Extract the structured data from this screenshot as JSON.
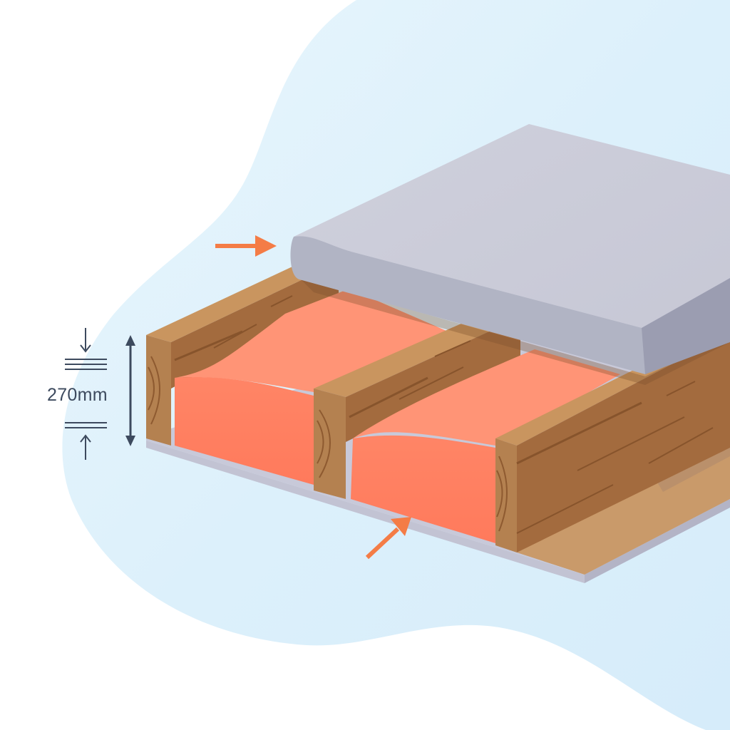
{
  "illustration": {
    "subject": "Loft insulation laid between and over timber joists",
    "dimension": {
      "label": "270mm",
      "indicator": "thickness-arrows"
    },
    "layers": [
      {
        "name": "top-insulation-roll",
        "color": "#c9cad8"
      },
      {
        "name": "mineral-wool-batt",
        "color": "#ff8c6f"
      },
      {
        "name": "timber-joist",
        "color": "#a86e42"
      },
      {
        "name": "ceiling-board",
        "color": "#c7c8d8"
      }
    ],
    "callouts": [
      {
        "name": "arrow-to-top-layer",
        "color": "#f47c46"
      },
      {
        "name": "arrow-to-lower-batt",
        "color": "#f47c46"
      }
    ],
    "colors": {
      "background_blob": "#dcf0fb",
      "text": "#3d4a5e",
      "accent_arrow": "#f47c46"
    }
  }
}
